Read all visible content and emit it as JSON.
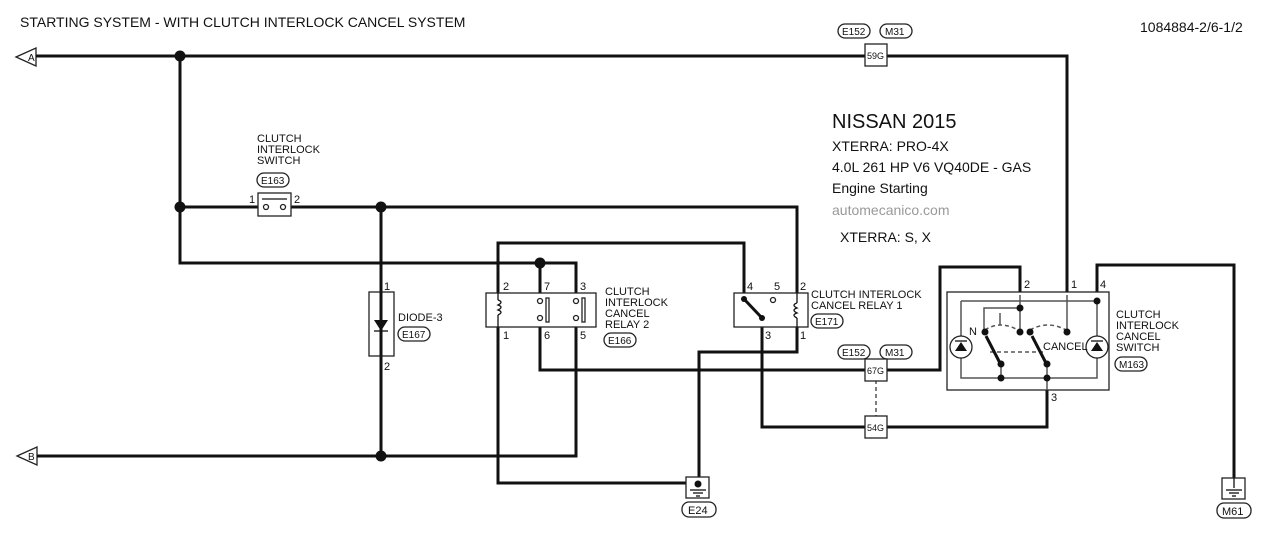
{
  "header": {
    "title": "STARTING SYSTEM - WITH CLUTCH INTERLOCK CANCEL SYSTEM",
    "diagram_code": "1084884-2/6-1/2"
  },
  "info_box": {
    "make_year": "NISSAN 2015",
    "model_trim": "XTERRA: PRO-4X",
    "engine": "4.0L 261 HP V6 VQ40DE - GAS",
    "system": "Engine Starting",
    "source": "automecanico.com",
    "applies_to": "XTERRA: S, X"
  },
  "off_page": {
    "a": "A",
    "b": "B"
  },
  "connectors": {
    "top_e152": "E152",
    "top_m31": "M31",
    "top_terminal": "59G",
    "mid_e152": "E152",
    "mid_m31": "M31",
    "mid_terminal": "67G",
    "low_terminal": "54G"
  },
  "clutch_interlock_switch": {
    "label_lines": [
      "CLUTCH",
      "INTERLOCK",
      "SWITCH"
    ],
    "connector": "E163",
    "pins": [
      "1",
      "2"
    ]
  },
  "diode": {
    "label": "DIODE-3",
    "connector": "E167",
    "pins": [
      "1",
      "2"
    ]
  },
  "relay2": {
    "label_lines": [
      "CLUTCH",
      "INTERLOCK",
      "CANCEL",
      "RELAY 2"
    ],
    "connector": "E166",
    "pins_top": [
      "2",
      "7",
      "3"
    ],
    "pins_bottom": [
      "1",
      "6",
      "5"
    ]
  },
  "relay1": {
    "label_lines": [
      "CLUTCH INTERLOCK",
      "CANCEL RELAY 1"
    ],
    "connector": "E171",
    "pins_top": [
      "4",
      "5",
      "2"
    ],
    "pins_bottom": [
      "3",
      "1"
    ]
  },
  "cancel_switch": {
    "label_lines": [
      "CLUTCH",
      "INTERLOCK",
      "CANCEL",
      "SWITCH"
    ],
    "connector": "M163",
    "pins_top": [
      "2",
      "1",
      "4"
    ],
    "pin_bottom": "3",
    "pos_n": "N",
    "pos_cancel": "CANCEL"
  },
  "grounds": {
    "left": "E24",
    "right": "M61"
  }
}
